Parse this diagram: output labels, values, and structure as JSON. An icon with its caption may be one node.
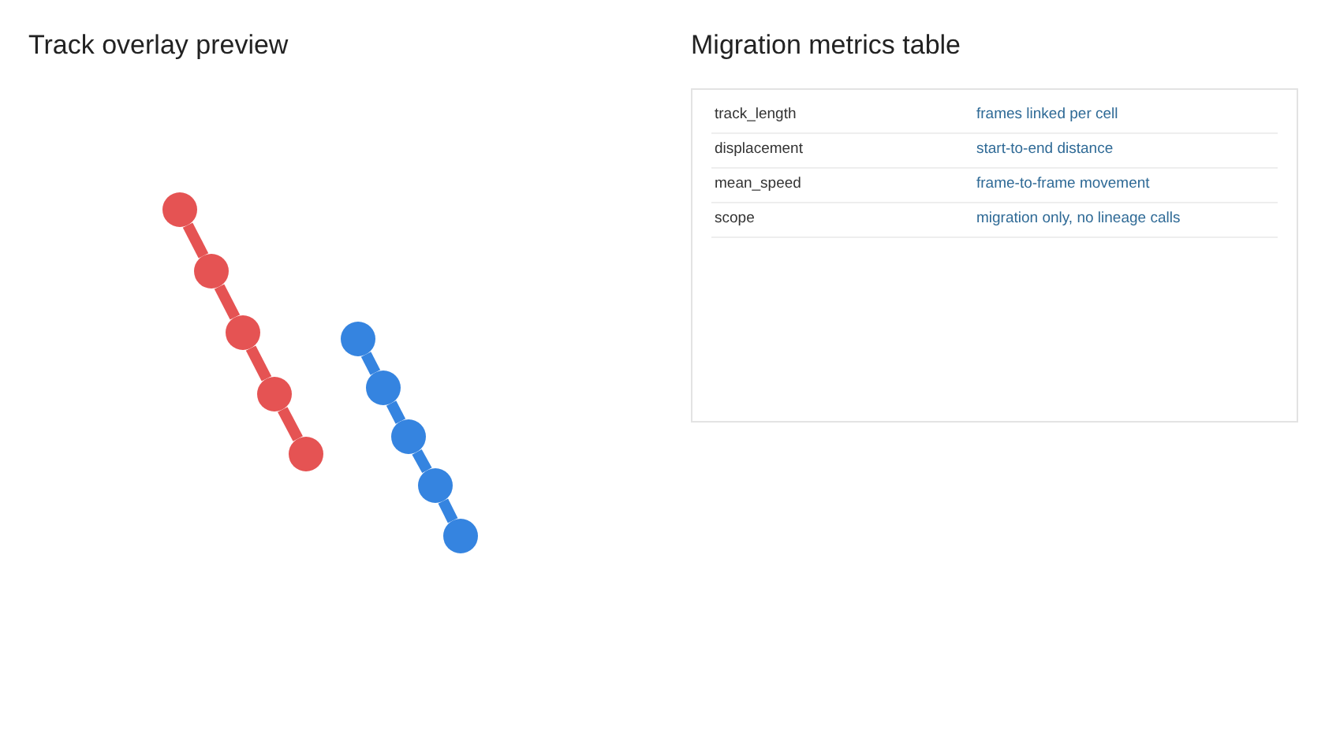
{
  "diagram": {
    "nodes": [
      {
        "text": [],
        "shape": "circle"
      },
      {
        "text": [],
        "shape": "circle"
      },
      {
        "text": [],
        "shape": "circle"
      },
      {
        "text": [],
        "shape": "circle"
      },
      {
        "text": [],
        "shape": "circle"
      },
      {
        "text": [],
        "shape": "circle"
      },
      {
        "text": [],
        "shape": "circle"
      },
      {
        "text": [],
        "shape": "circle"
      },
      {
        "text": [],
        "shape": "circle"
      },
      {
        "text": [],
        "shape": "circle"
      }
    ],
    "edges": [
      {
        "from": 0,
        "to": 1,
        "arrow": "none",
        "color": "#e55353"
      },
      {
        "from": 1,
        "to": 2,
        "arrow": "none",
        "color": "#e55353"
      },
      {
        "from": 2,
        "to": 3,
        "arrow": "none",
        "color": "#e55353"
      },
      {
        "from": 3,
        "to": 4,
        "arrow": "none",
        "color": "#e55353"
      },
      {
        "from": 5,
        "to": 6,
        "arrow": "none",
        "color": "#3584e0"
      },
      {
        "from": 6,
        "to": 7,
        "arrow": "none",
        "color": "#3584e0"
      },
      {
        "from": 7,
        "to": 8,
        "arrow": "none",
        "color": "#3584e0"
      },
      {
        "from": 8,
        "to": 9,
        "arrow": "none",
        "color": "#3584e0"
      }
    ],
    "labels": [
      "Track overlay preview",
      "Migration metrics table",
      "track_length",
      "frames linked per cell",
      "displacement",
      "start-to-end distance",
      "mean_speed",
      "frame-to-frame movement",
      "scope",
      "migration only, no lineage calls"
    ]
  }
}
